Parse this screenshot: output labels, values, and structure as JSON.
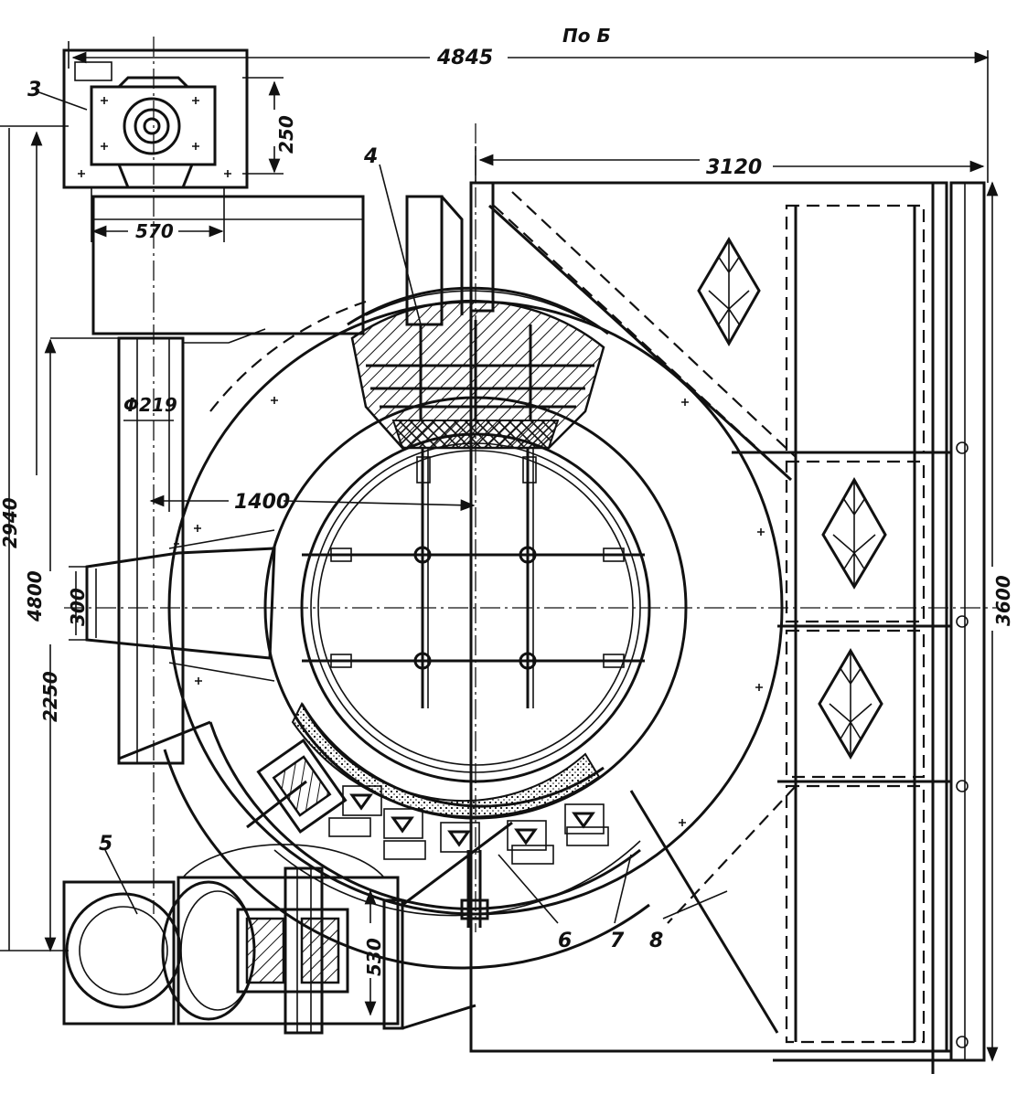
{
  "view_label": "По Б",
  "dimensions": {
    "overall_width": "4845",
    "width_right": "3120",
    "height_total": "2940",
    "height_middle": "4800",
    "height_lower": "2250",
    "height_right": "3600",
    "inner_radius": "1400",
    "pipe_diameter": "Φ219",
    "nozzle_width": "300",
    "motor_width": "570",
    "motor_height": "250",
    "drive_height": "530"
  },
  "callouts": {
    "c3": "3",
    "c4": "4",
    "c5": "5",
    "c6": "6",
    "c7": "7",
    "c8": "8"
  }
}
